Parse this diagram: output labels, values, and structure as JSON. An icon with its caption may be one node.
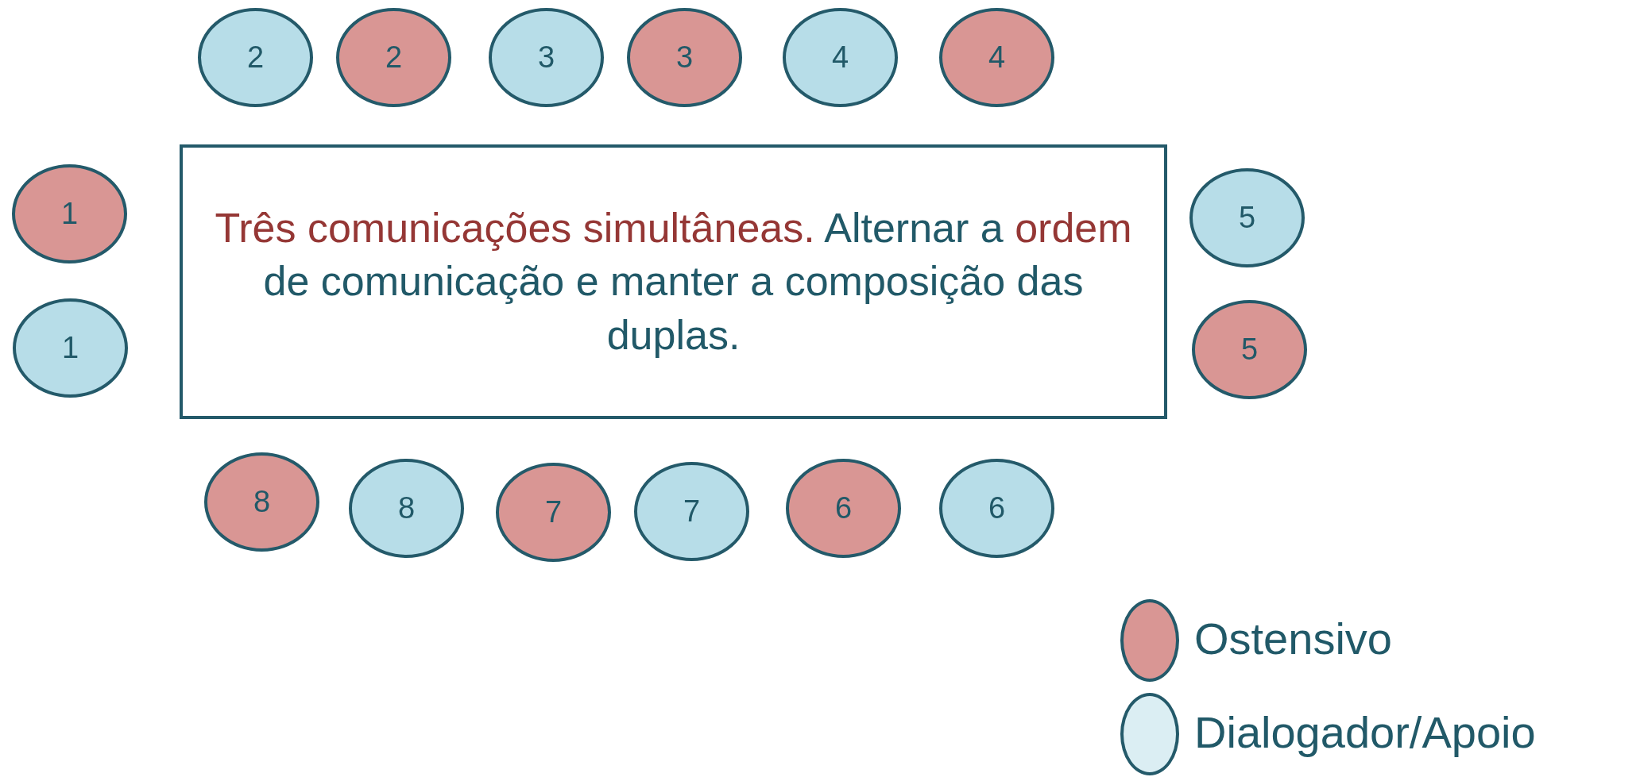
{
  "diagram": {
    "nodes": [
      {
        "text": [
          "2"
        ]
      },
      {
        "text": [
          "2"
        ]
      },
      {
        "text": [
          "3"
        ]
      },
      {
        "text": [
          "3"
        ]
      },
      {
        "text": [
          "4"
        ]
      },
      {
        "text": [
          "4"
        ]
      },
      {
        "text": [
          "1"
        ]
      },
      {
        "text": [
          "1"
        ]
      },
      {
        "text": [
          "Três comunicações simultâneas.",
          "Alternar a",
          "ordem",
          "de comunicação e manter a composição das duplas."
        ]
      },
      {
        "text": [
          "5"
        ]
      },
      {
        "text": [
          "5"
        ]
      },
      {
        "text": [
          "8"
        ]
      },
      {
        "text": [
          "8"
        ]
      },
      {
        "text": [
          "7"
        ]
      },
      {
        "text": [
          "7"
        ]
      },
      {
        "text": [
          "6"
        ]
      },
      {
        "text": [
          "6"
        ]
      }
    ],
    "legend": [
      {
        "text": "Ostensivo",
        "color": "#d99694"
      },
      {
        "text": "Dialogador/Apoio",
        "color": "#dbeef3"
      }
    ]
  }
}
